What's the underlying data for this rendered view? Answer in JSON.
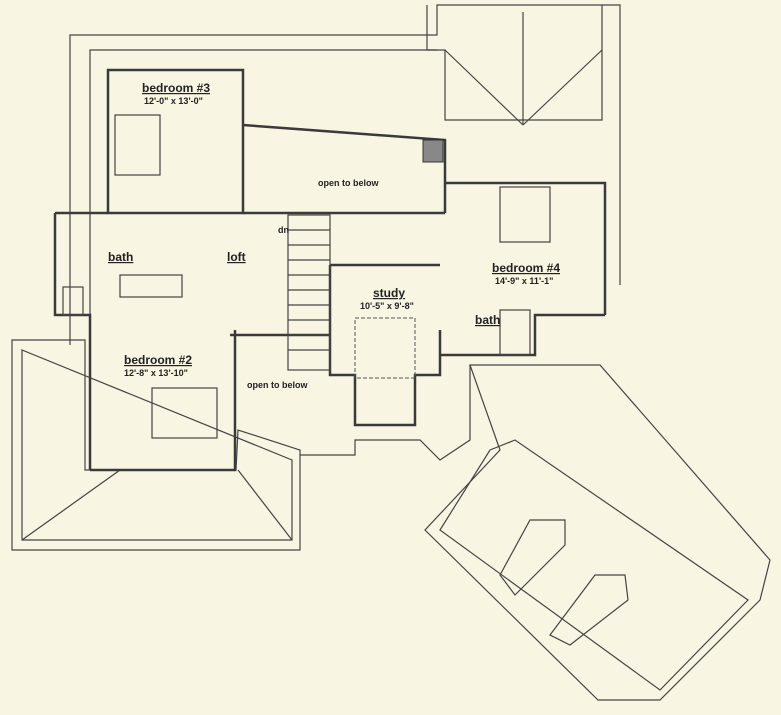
{
  "rooms": [
    {
      "name": "bedroom #3",
      "size": "12'-0\" x 13'-0\""
    },
    {
      "name": "bedroom #4",
      "size": "14'-9\" x 11'-1\""
    },
    {
      "name": "bedroom #2",
      "size": "12'-8\" x 13'-10\""
    },
    {
      "name": "study",
      "size": "10'-5\" x 9'-8\""
    },
    {
      "name": "loft"
    },
    {
      "name": "bath"
    },
    {
      "name": "bath"
    }
  ],
  "notes": {
    "open_upper": "open to below",
    "open_lower": "open to below",
    "stair_dn": "dn"
  }
}
